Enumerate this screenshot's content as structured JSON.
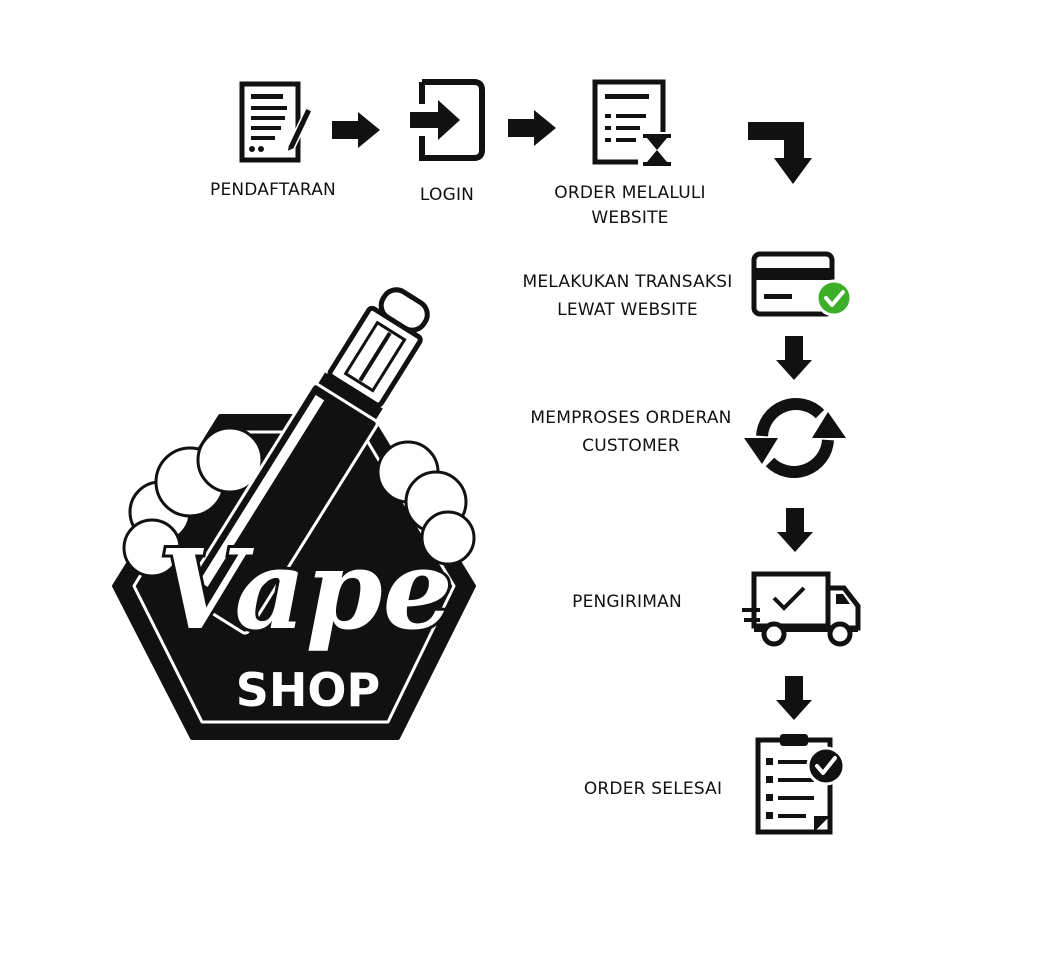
{
  "steps": [
    {
      "line1": "PENDAFTARAN",
      "line2": "",
      "icon": "registration-form-icon"
    },
    {
      "line1": "LOGIN",
      "line2": "",
      "icon": "login-icon"
    },
    {
      "line1": "ORDER MELALULI",
      "line2": "WEBSITE",
      "icon": "order-pending-icon"
    },
    {
      "line1": "MELAKUKAN TRANSAKSI",
      "line2": "LEWAT WEBSITE",
      "icon": "credit-card-check-icon"
    },
    {
      "line1": "MEMPROSES ORDERAN",
      "line2": "CUSTOMER",
      "icon": "refresh-cycle-icon"
    },
    {
      "line1": "PENGIRIMAN",
      "line2": "",
      "icon": "delivery-truck-icon"
    },
    {
      "line1": "ORDER SELESAI",
      "line2": "",
      "icon": "checklist-clipboard-icon"
    }
  ],
  "logo": {
    "word": "Vape",
    "sub": "SHOP"
  },
  "colors": {
    "ink": "#111111",
    "check_green": "#3cae28",
    "background": "#ffffff"
  }
}
